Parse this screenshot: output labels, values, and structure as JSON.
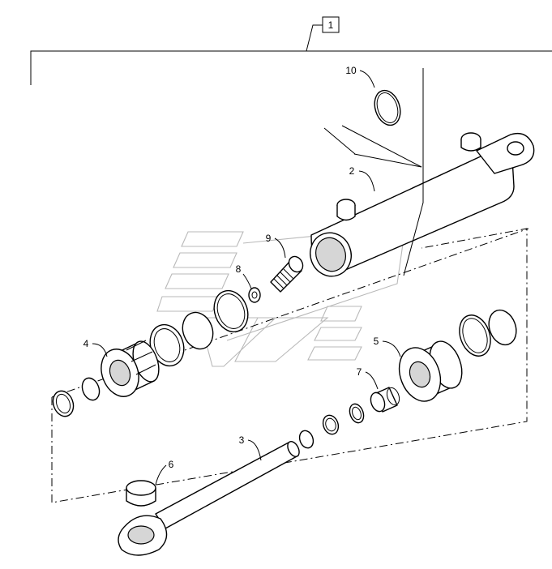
{
  "assembly": {
    "ref_label": "1"
  },
  "callouts": [
    {
      "id": "2",
      "part": "cylinder-barrel"
    },
    {
      "id": "3",
      "part": "piston-rod"
    },
    {
      "id": "4",
      "part": "piston"
    },
    {
      "id": "5",
      "part": "gland"
    },
    {
      "id": "6",
      "part": "rod-eye-bushing"
    },
    {
      "id": "7",
      "part": "gland-bushing"
    },
    {
      "id": "8",
      "part": "valve-washer"
    },
    {
      "id": "9",
      "part": "bleed-valve"
    },
    {
      "id": "10",
      "part": "o-ring"
    }
  ],
  "colors": {
    "line": "#000000",
    "watermark": "#b9b9b9",
    "background": "#ffffff"
  }
}
